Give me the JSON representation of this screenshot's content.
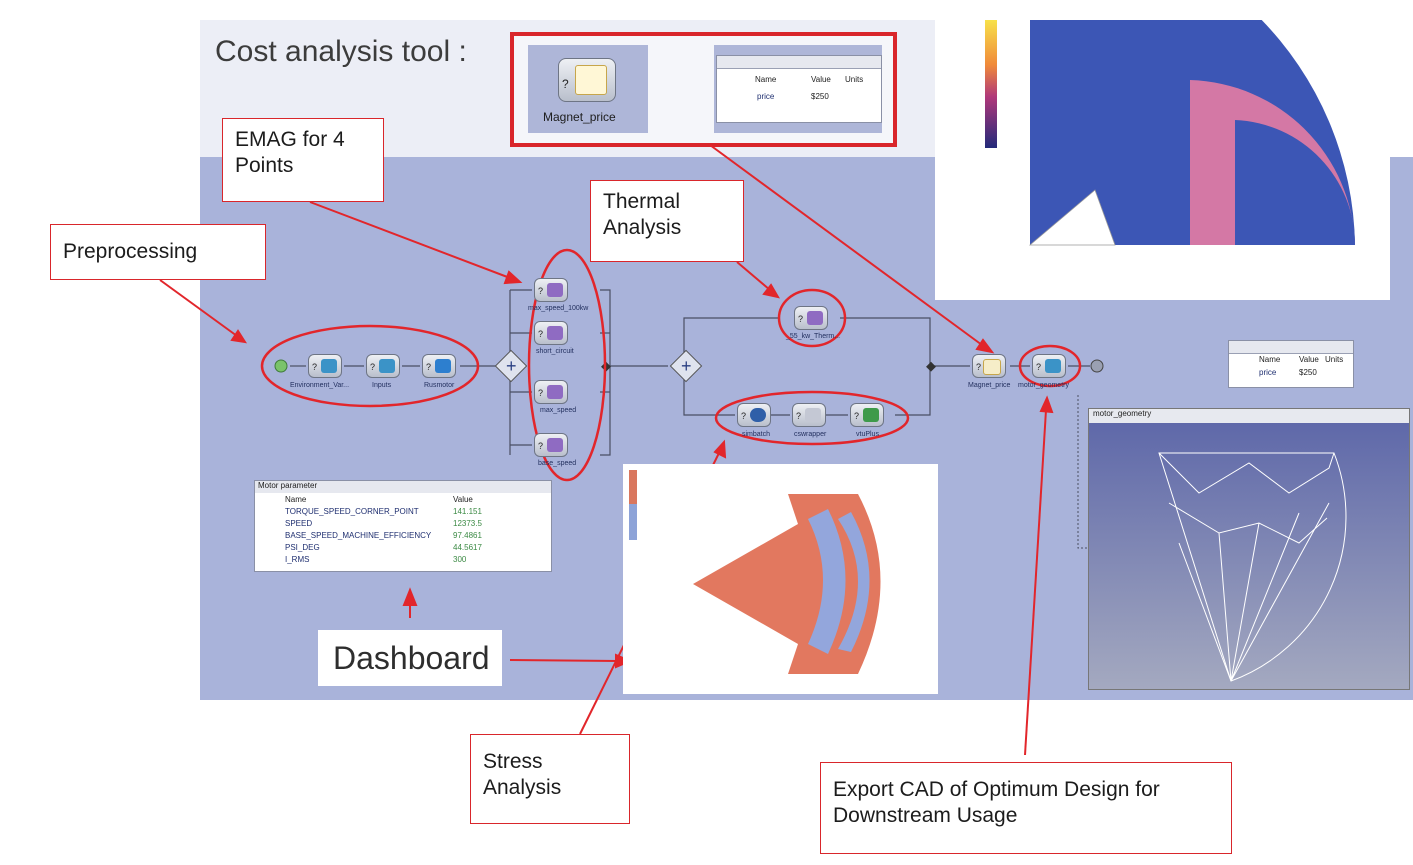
{
  "cost_tool": {
    "heading": "Cost analysis tool  :",
    "node_label": "Magnet_price",
    "table": {
      "headers": [
        "Name",
        "Value",
        "Units"
      ],
      "row": {
        "name": "price",
        "value": "$250"
      }
    }
  },
  "callouts": {
    "emag": "EMAG for 4 Points",
    "thermal": "Thermal Analysis",
    "preprocessing": "Preprocessing",
    "stress": "Stress Analysis",
    "export": "Export CAD of Optimum Design for Downstream Usage"
  },
  "workflow": {
    "nodes": {
      "environment": "Environment_Var...",
      "inputs": "Inputs",
      "rusmotor": "Rusmotor",
      "max_speed_100kw": "max_speed_100kw",
      "short_circuit": "short_circuit",
      "max_speed": "max_speed",
      "base_speed": "base_speed",
      "thermal": "_55_kw_Therm...",
      "simbatch": "simbatch",
      "cswrapper": "cswrapper",
      "visplus": "vtuPlus",
      "magnet_price": "Magnet_price",
      "motor_geometry": "motor_geometry"
    },
    "price_table": {
      "headers": [
        "Name",
        "Value",
        "Units"
      ],
      "row": {
        "name": "price",
        "value": "$250"
      }
    },
    "geometry_panel_title": "motor_geometry"
  },
  "dashboard": {
    "label": "Dashboard",
    "panel": {
      "title": "Motor parameter",
      "headers": [
        "Name",
        "Value"
      ],
      "rows": [
        {
          "name": "TORQUE_SPEED_CORNER_POINT",
          "value": "141.151"
        },
        {
          "name": "SPEED",
          "value": "12373.5"
        },
        {
          "name": "BASE_SPEED_MACHINE_EFFICIENCY",
          "value": "97.4861"
        },
        {
          "name": "PSI_DEG",
          "value": "44.5617"
        },
        {
          "name": "I_RMS",
          "value": "300"
        }
      ]
    }
  },
  "colors": {
    "callout_border": "#d9262b",
    "arrow": "#e2262b",
    "workflow_bg": "#a9b3da"
  }
}
